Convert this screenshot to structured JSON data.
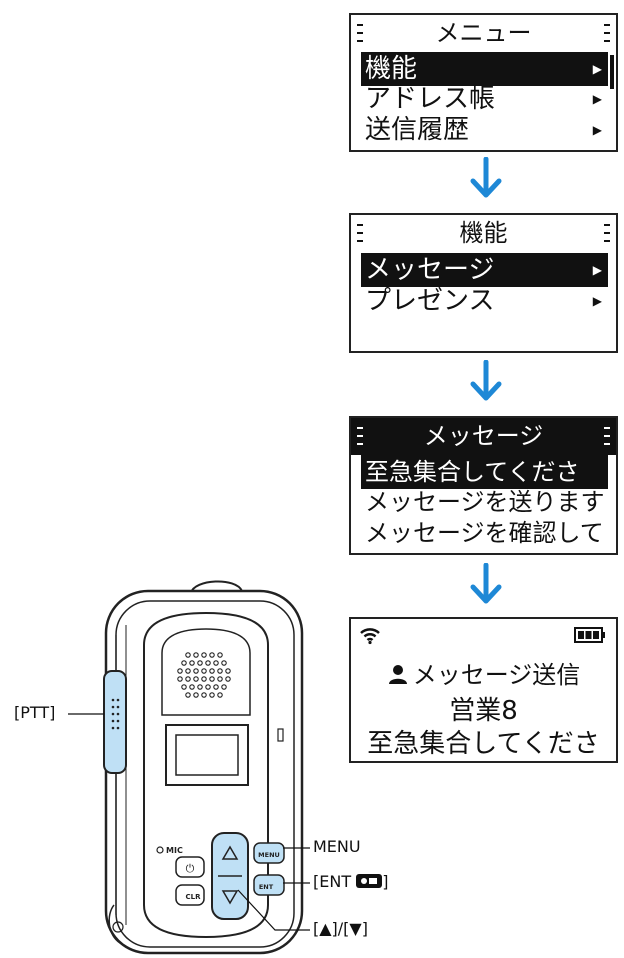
{
  "screen1": {
    "title": "メニュー",
    "items": [
      {
        "label": "機能",
        "selected": true
      },
      {
        "label": "アドレス帳",
        "selected": false
      },
      {
        "label": "送信履歴",
        "selected": false
      }
    ]
  },
  "screen2": {
    "title": "機能",
    "items": [
      {
        "label": "メッセージ",
        "selected": true
      },
      {
        "label": "プレゼンス",
        "selected": false
      }
    ]
  },
  "screen3": {
    "title": "メッセージ",
    "items": [
      {
        "label": "至急集合してくださ",
        "selected": true
      },
      {
        "label": "メッセージを送ります",
        "selected": false
      },
      {
        "label": "メッセージを確認して",
        "selected": false
      }
    ]
  },
  "screen4": {
    "line1": "メッセージ送信",
    "line2": "営業8",
    "line3": "至急集合してくださ",
    "icons": [
      "wifi-icon",
      "battery-icon",
      "person-icon"
    ]
  },
  "device": {
    "mic_label": "MIC",
    "menu_key": "MENU",
    "ent_key": "ENT",
    "clr_key": "CLR",
    "power_key": "⏻"
  },
  "callouts": {
    "ptt": "[PTT]",
    "menu": "MENU",
    "ent": "[ENT",
    "ent_close": "]",
    "updown": "[▲]/[▼]"
  },
  "colors": {
    "arrow": "#1e88d6",
    "key_highlight": "#bfe0f5",
    "lcd_border": "#222222"
  }
}
